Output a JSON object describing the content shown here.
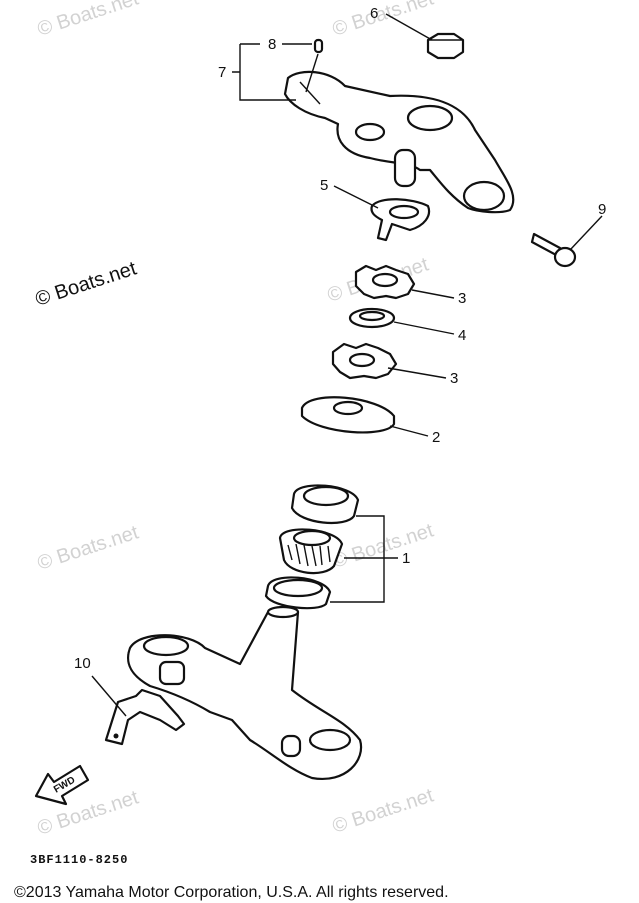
{
  "watermark": "© Boats.net",
  "callouts": {
    "c1": "1",
    "c2": "2",
    "c3a": "3",
    "c3b": "3",
    "c4": "4",
    "c5": "5",
    "c6": "6",
    "c7": "7",
    "c8": "8",
    "c9": "9",
    "c10": "10"
  },
  "fwd_label": "FWD",
  "part_number": "3BF1110-8250",
  "copyright": "©2013 Yamaha Motor Corporation, U.S.A. All rights reserved."
}
